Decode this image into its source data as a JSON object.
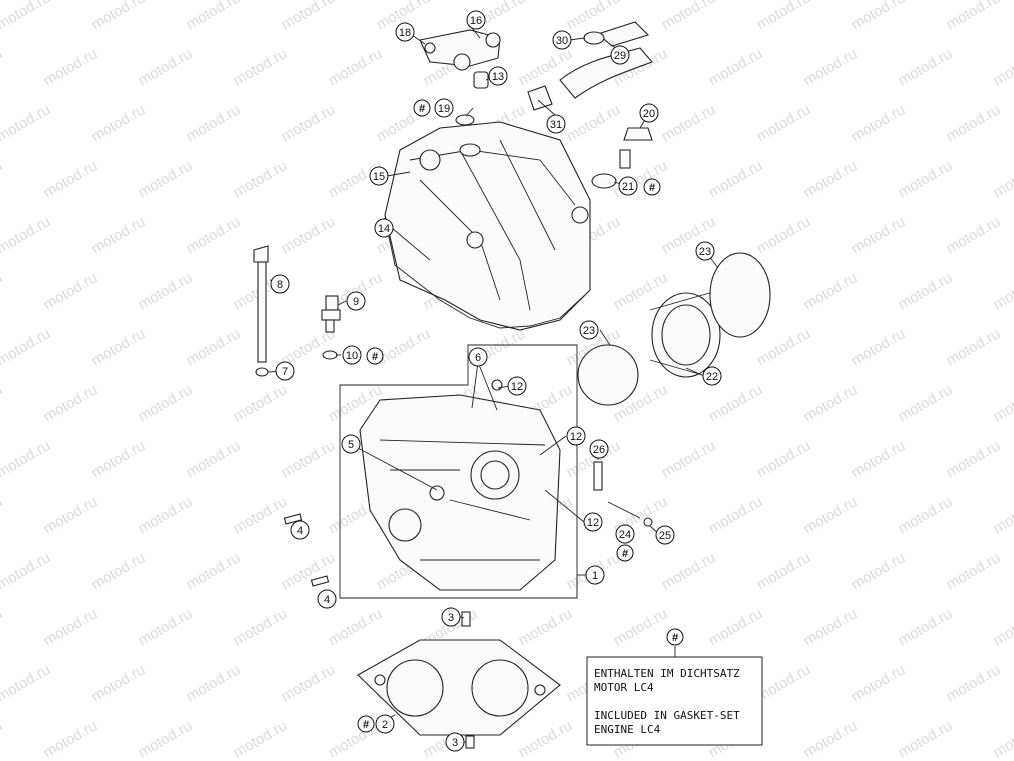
{
  "watermark": "motod.ru",
  "callouts": [
    {
      "id": "c1",
      "label": "1"
    },
    {
      "id": "c2",
      "label": "2"
    },
    {
      "id": "c3a",
      "label": "3"
    },
    {
      "id": "c3b",
      "label": "3"
    },
    {
      "id": "c4a",
      "label": "4"
    },
    {
      "id": "c4b",
      "label": "4"
    },
    {
      "id": "c5",
      "label": "5"
    },
    {
      "id": "c6",
      "label": "6"
    },
    {
      "id": "c7",
      "label": "7"
    },
    {
      "id": "c8",
      "label": "8"
    },
    {
      "id": "c9",
      "label": "9"
    },
    {
      "id": "c10",
      "label": "10"
    },
    {
      "id": "c12a",
      "label": "12"
    },
    {
      "id": "c12b",
      "label": "12"
    },
    {
      "id": "c12c",
      "label": "12"
    },
    {
      "id": "c13",
      "label": "13"
    },
    {
      "id": "c14",
      "label": "14"
    },
    {
      "id": "c15",
      "label": "15"
    },
    {
      "id": "c16",
      "label": "16"
    },
    {
      "id": "c18",
      "label": "18"
    },
    {
      "id": "c19",
      "label": "19"
    },
    {
      "id": "c20",
      "label": "20"
    },
    {
      "id": "c21",
      "label": "21"
    },
    {
      "id": "c22",
      "label": "22"
    },
    {
      "id": "c23a",
      "label": "23"
    },
    {
      "id": "c23b",
      "label": "23"
    },
    {
      "id": "c24",
      "label": "24"
    },
    {
      "id": "c25",
      "label": "25"
    },
    {
      "id": "c26",
      "label": "26"
    },
    {
      "id": "c29",
      "label": "29"
    },
    {
      "id": "c30",
      "label": "30"
    },
    {
      "id": "c31",
      "label": "31"
    }
  ],
  "hash_symbol": "#",
  "legend": {
    "symbol": "#",
    "line1": "ENTHALTEN IM DICHTSATZ",
    "line2": "MOTOR LC4",
    "line3": "INCLUDED IN GASKET-SET",
    "line4": "ENGINE LC4"
  }
}
